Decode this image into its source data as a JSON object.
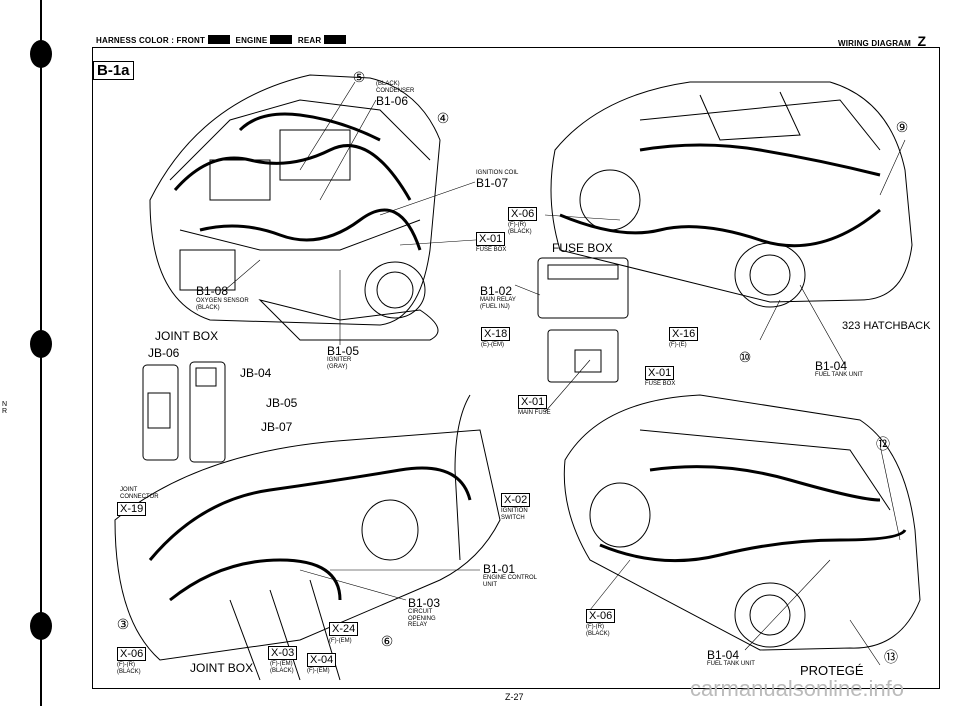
{
  "header": {
    "harness_label": "HARNESS COLOR : FRONT",
    "engine_label": "ENGINE",
    "rear_label": "REAR",
    "diagram_label": "WIRING DIAGRAM",
    "diagram_code": "Z"
  },
  "panel_id": "B-1a",
  "labels": {
    "c5": "⑤",
    "c4": "④",
    "c9": "⑨",
    "c10": "⑩",
    "c12": "⑫",
    "c13": "⑬",
    "c3": "③",
    "c6": "⑥",
    "condenser_small": "(BLACK)\nCONDENSER",
    "condenser_code": "B1-06",
    "ign_coil_small": "IGNITION COIL",
    "ign_coil_code": "B1-07",
    "x06_top": "X-06",
    "x06_top_small": "(F)-(R)\n(BLACK)",
    "x01_top": "X-01",
    "x01_top_small": "FUSE BOX",
    "fuse_box_title": "FUSE BOX",
    "b108_code": "B1-08",
    "b108_small": "OXYGEN SENSOR\n(BLACK)",
    "b102_code": "B1-02",
    "b102_small": "MAIN RELAY\n(FUEL INJ)",
    "hatchback": "323 HATCHBACK",
    "joint_box": "JOINT BOX",
    "jb06": "JB-06",
    "jb04": "JB-04",
    "jb05": "JB-05",
    "jb07": "JB-07",
    "b105_code": "B1-05",
    "b105_small": "IGNITER\n(GRAY)",
    "x18": "X-18",
    "x18_small": "(E)-(EM)",
    "x16": "X-16",
    "x16_small": "(F)-(E)",
    "x01_mid": "X-01",
    "x01_mid_small": "FUSE BOX",
    "x01_low": "X-01",
    "x01_low_small": "MAIN FUSE",
    "b104_top_code": "B1-04",
    "b104_top_small": "FUEL TANK UNIT",
    "joint_connector": "JOINT\nCONNECTOR",
    "x19": "X-19",
    "x02": "X-02",
    "x02_small": "IGNITION\nSWITCH",
    "b101_code": "B1-01",
    "b101_small": "ENGINE CONTROL\nUNIT",
    "b103_code": "B1-03",
    "b103_small": "CIRCUIT\nOPENING\nRELAY",
    "x24": "X-24",
    "x24_small": "(F)-(EM)",
    "x06_left": "X-06",
    "x06_left_small": "(F)-(R)\n(BLACK)",
    "joint_box_bottom": "JOINT BOX",
    "x03": "X-03",
    "x03_small": "(F)-(EM)\n(BLACK)",
    "x04": "X-04",
    "x04_small": "(F)-(EM)",
    "x06_right": "X-06",
    "x06_right_small": "(F)-(R)\n(BLACK)",
    "b104_bot_code": "B1-04",
    "b104_bot_small": "FUEL TANK UNIT",
    "protege": "PROTEGÉ"
  },
  "page_number": "Z-27",
  "watermark": "carmanualsonline.info",
  "margin_text": "N\nR"
}
